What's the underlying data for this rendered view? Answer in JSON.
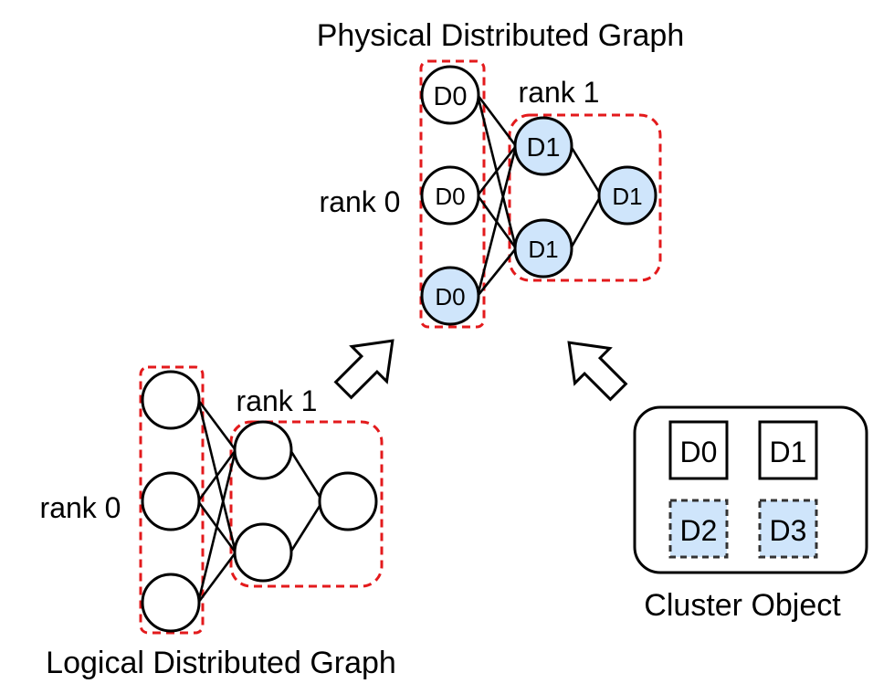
{
  "colors": {
    "node_fill": "#ffffff",
    "node_fill_assigned": "#cfe5fb",
    "node_stroke": "#000000",
    "node_stroke_assigned": "#333333",
    "rank_border": "#e31a1c",
    "device_fill_gpu": "#cfe5fb",
    "device_border_gpu": "#333333"
  },
  "physical_graph": {
    "title": "Physical Distributed Graph",
    "rank0_label": "rank 0",
    "rank1_label": "rank 1",
    "nodes": [
      {
        "label": "D0"
      },
      {
        "label": "D0"
      },
      {
        "label": "D0"
      },
      {
        "label": "D1"
      },
      {
        "label": "D1"
      },
      {
        "label": "D1"
      }
    ]
  },
  "logical_graph": {
    "title": "Logical Distributed Graph",
    "rank0_label": "rank 0",
    "rank1_label": "rank 1"
  },
  "cluster": {
    "title": "Cluster Object",
    "devices": [
      {
        "label": "D0",
        "kind": "cpu"
      },
      {
        "label": "D1",
        "kind": "cpu"
      },
      {
        "label": "D2",
        "kind": "gpu"
      },
      {
        "label": "D3",
        "kind": "gpu"
      }
    ]
  },
  "arrow_icons": [
    "up-left-arrow-icon",
    "up-left-arrow-icon"
  ]
}
